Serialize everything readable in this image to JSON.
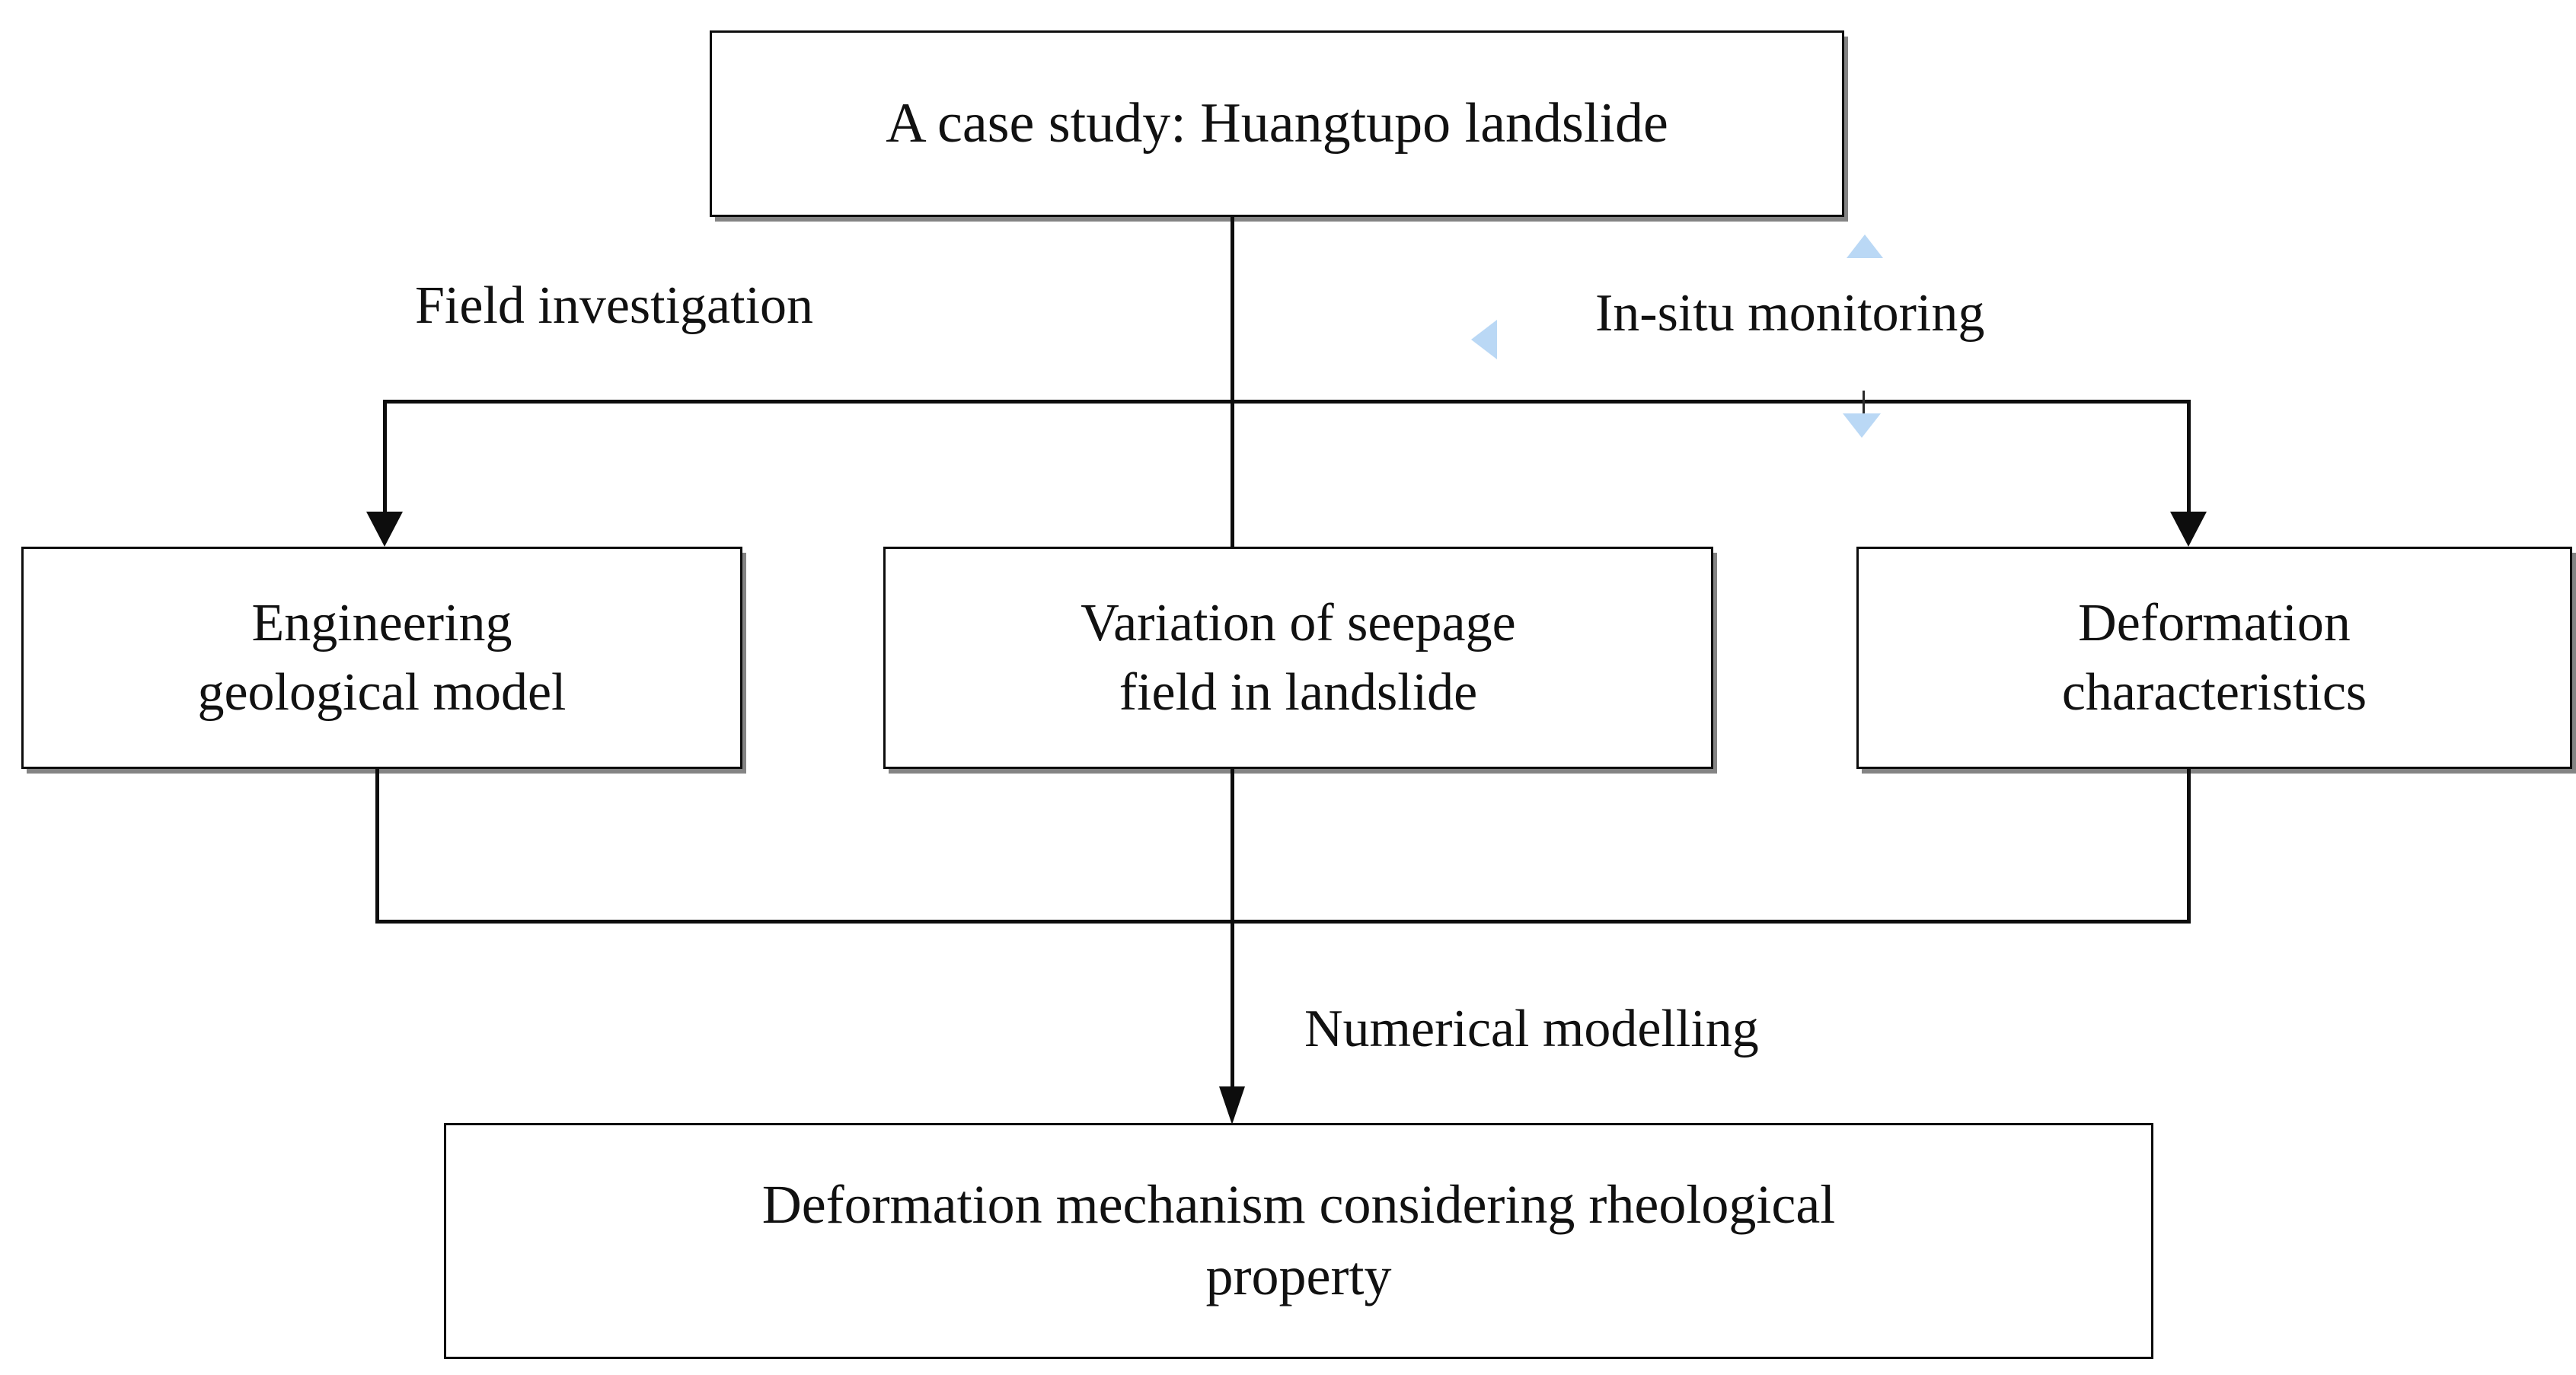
{
  "diagram": {
    "title": "Research framework flowchart for Huangtupo landslide study",
    "type": "flowchart",
    "background_color": "#ffffff",
    "line_color": "#0d0d0d",
    "text_color": "#111111",
    "handle_color": "#bad8f5"
  },
  "nodes": {
    "top": {
      "id": "case-study",
      "label": "A case study: Huangtupo landslide"
    },
    "left": {
      "id": "engineering-geological-model",
      "label": "Engineering\ngeological model"
    },
    "middle": {
      "id": "seepage-field-variation",
      "label": "Variation of seepage\nfield in landslide"
    },
    "right": {
      "id": "deformation-characteristics",
      "label": "Deformation\ncharacteristics"
    },
    "bottom": {
      "id": "deformation-mechanism",
      "label": "Deformation mechanism considering rheological\nproperty"
    }
  },
  "edge_labels": {
    "field_investigation": "Field investigation",
    "insitu_monitoring": "In-situ monitoring",
    "numerical_modelling": "Numerical modelling"
  },
  "edges": [
    {
      "from": "case-study",
      "to": "engineering-geological-model",
      "label": "Field investigation",
      "arrow": true
    },
    {
      "from": "case-study",
      "to": "seepage-field-variation",
      "label": "",
      "arrow": false
    },
    {
      "from": "case-study",
      "to": "deformation-characteristics",
      "label": "In-situ monitoring",
      "arrow": true
    },
    {
      "from": "engineering-geological-model",
      "to": "deformation-mechanism",
      "label": "Numerical modelling",
      "arrow": true
    },
    {
      "from": "seepage-field-variation",
      "to": "deformation-mechanism",
      "label": "Numerical modelling",
      "arrow": true
    },
    {
      "from": "deformation-characteristics",
      "to": "deformation-mechanism",
      "label": "Numerical modelling",
      "arrow": true
    }
  ],
  "markers": {
    "up_handle": "triangle-up-handle",
    "down_handle": "triangle-down-handle",
    "left_handle": "triangle-left-handle"
  }
}
